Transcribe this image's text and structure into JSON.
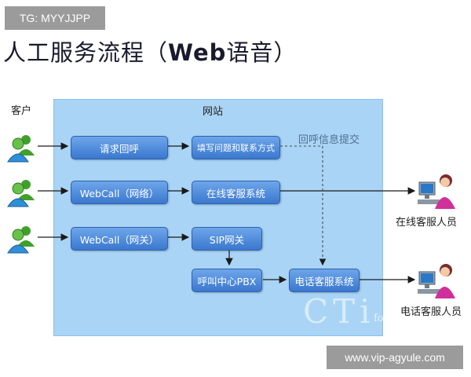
{
  "tag": "TG: MYYJJPP",
  "title": {
    "prefix": "人工服务流程（",
    "bold": "Web",
    "suffix": "语音）"
  },
  "labels": {
    "customer": "客户",
    "website": "网站",
    "callback_info": "回呼信息提交",
    "online_agent": "在线客服人员",
    "phone_agent": "电话客服人员"
  },
  "boxes": {
    "request_callback": "请求回呼",
    "fill_form": "填写问题和联系方式",
    "webcall_network": "WebCall（网络）",
    "online_service": "在线客服系统",
    "webcall_gateway": "WebCall（网关）",
    "sip_gateway": "SIP网关",
    "call_center_pbx": "呼叫中心PBX",
    "phone_service": "电话客服系统"
  },
  "watermark": {
    "main": "CTi",
    "sub": "forum.com"
  },
  "footer_tag": "www.vip-agyule.com",
  "colors": {
    "region": "#a9d4f5",
    "box_top": "#6ea6ea",
    "box_bottom": "#3a78cf",
    "tag_bg": "#9b9b9b"
  }
}
